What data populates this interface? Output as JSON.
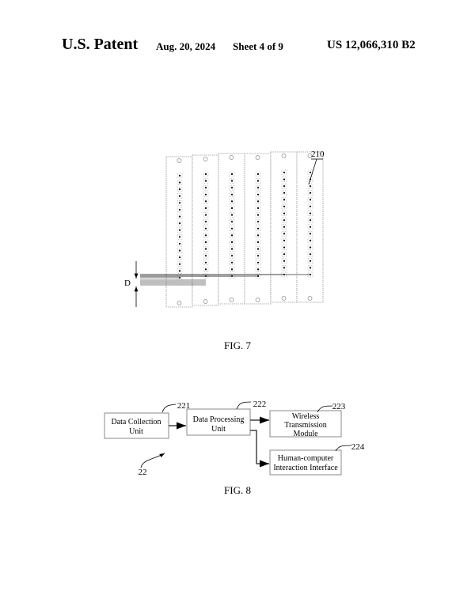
{
  "header": {
    "left": "U.S. Patent",
    "date": "Aug. 20, 2024",
    "sheet": "Sheet 4 of 9",
    "number": "US 12,066,310 B2"
  },
  "fig7": {
    "caption": "FIG. 7",
    "ref_label": "210",
    "dimension_label": "D",
    "strip_count": 6,
    "dots_per_strip": 16
  },
  "fig8": {
    "caption": "FIG. 8",
    "system_label": "22",
    "boxes": [
      {
        "ref": "221",
        "line1": "Data Collection",
        "line2": "Unit"
      },
      {
        "ref": "222",
        "line1": "Data Processing",
        "line2": "Unit"
      },
      {
        "ref": "223",
        "line1": "Wireless",
        "line2": "Transmission",
        "line3": "Module"
      },
      {
        "ref": "224",
        "line1": "Human-computer",
        "line2": "Interaction Interface"
      }
    ]
  }
}
